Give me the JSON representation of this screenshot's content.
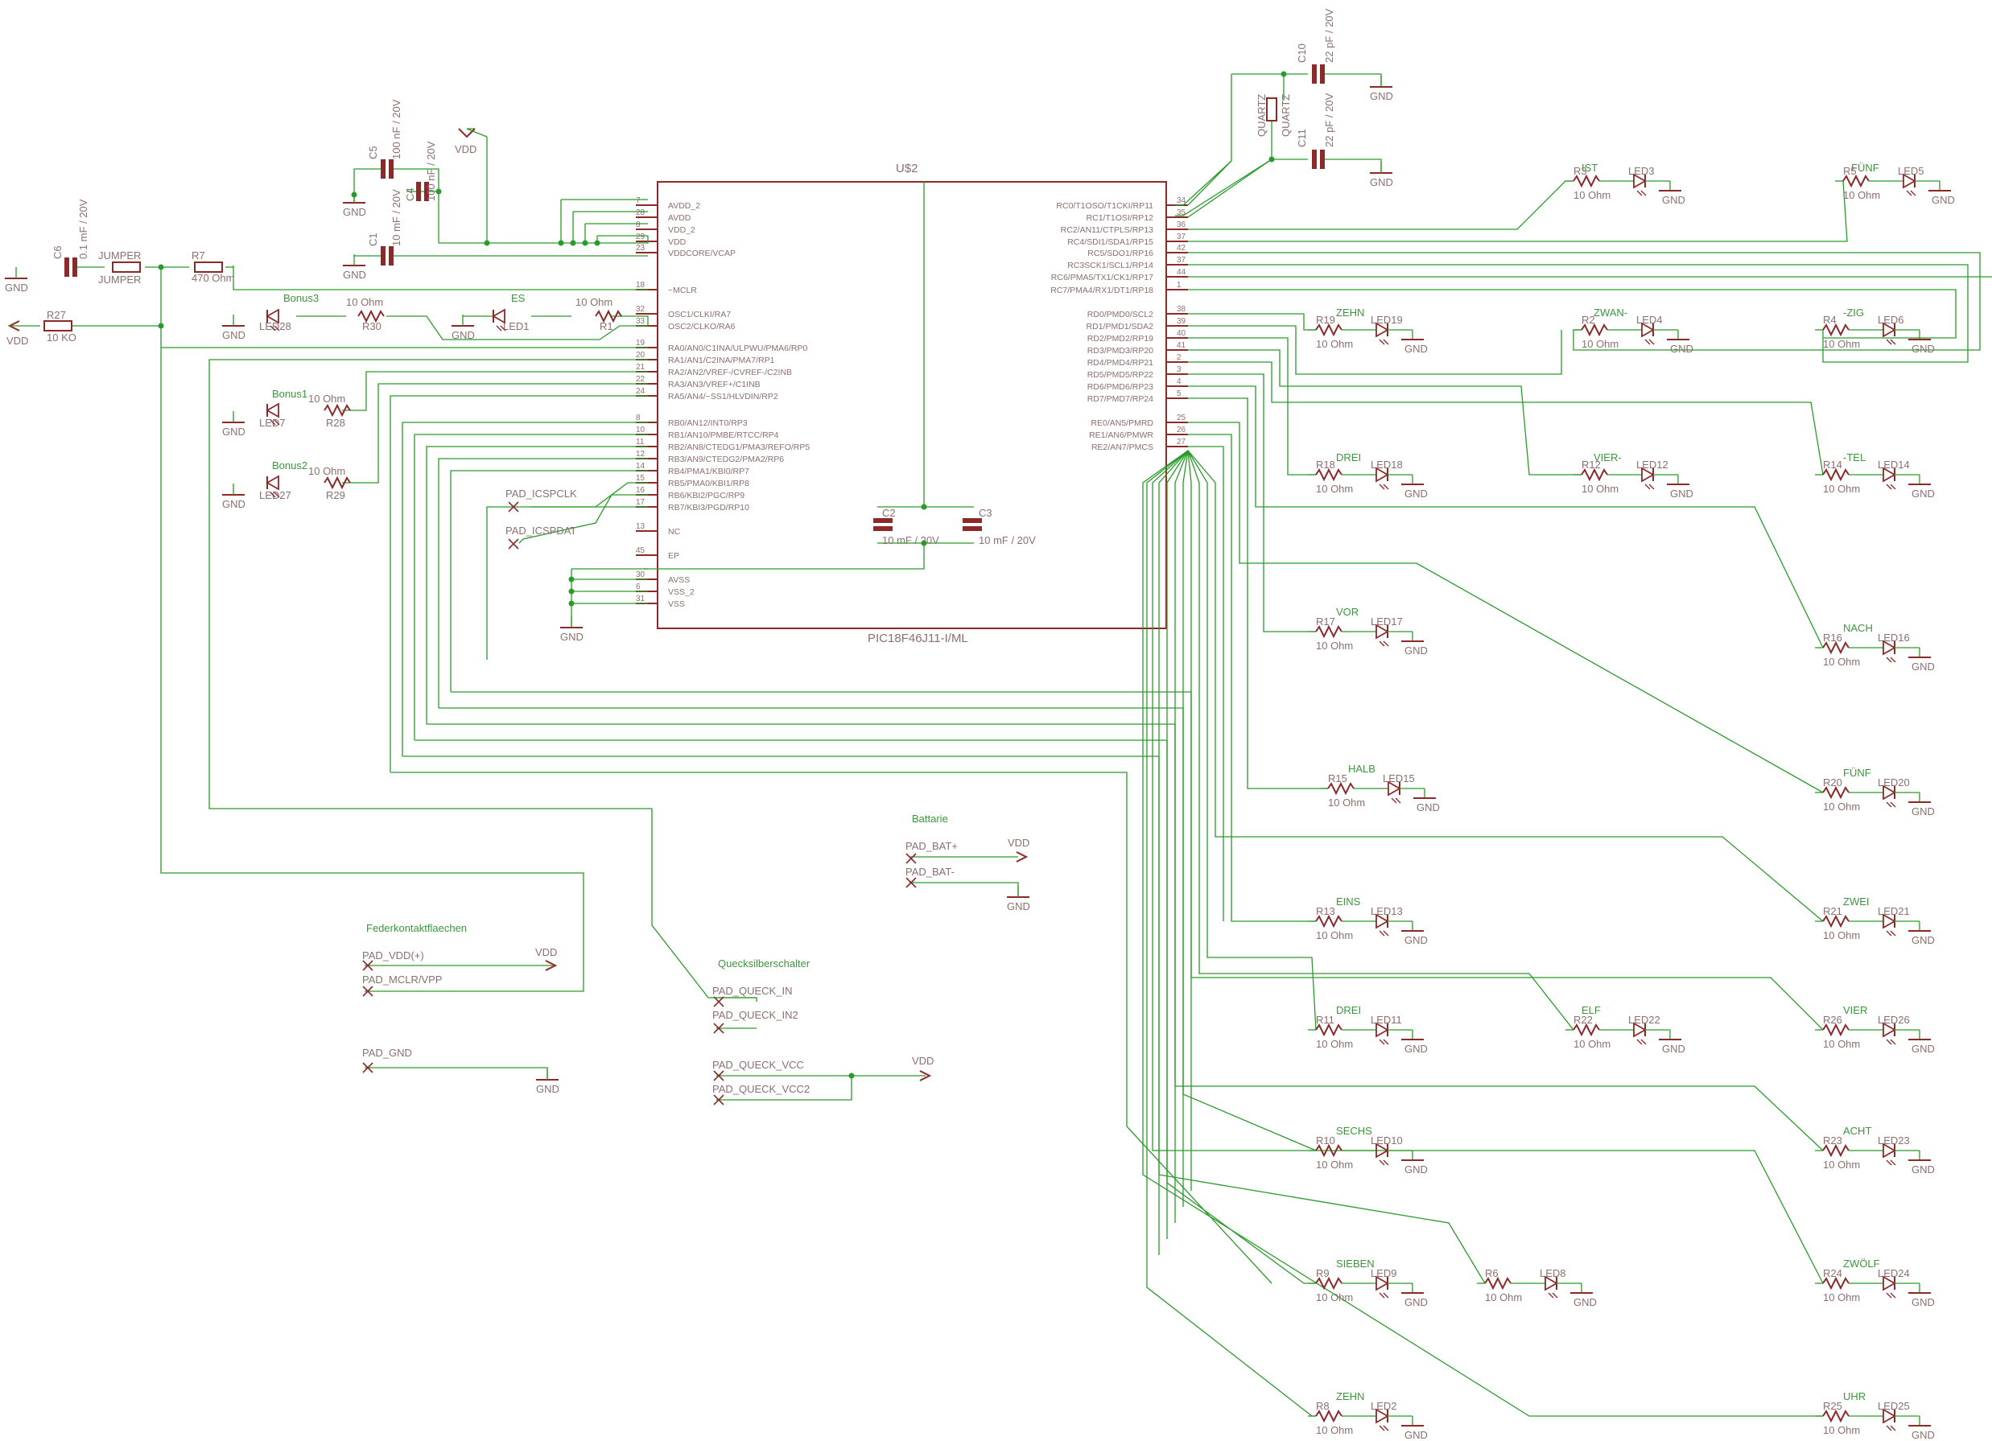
{
  "chip": {
    "ref": "U$2",
    "part": "PIC18F46J11-I/ML",
    "left_pins": [
      {
        "num": "7",
        "name": "AVDD_2"
      },
      {
        "num": "28",
        "name": "AVDD"
      },
      {
        "num": "8",
        "name": "VDD_2"
      },
      {
        "num": "29",
        "name": "VDD"
      },
      {
        "num": "23",
        "name": "VDDCORE/VCAP"
      },
      {
        "num": "18",
        "name": "~MCLR"
      },
      {
        "num": "32",
        "name": "OSC1/CLKI/RA7"
      },
      {
        "num": "33",
        "name": "OSC2/CLKO/RA6"
      },
      {
        "num": "19",
        "name": "RA0/AN0/C1INA/ULPWU/PMA6/RP0"
      },
      {
        "num": "20",
        "name": "RA1/AN1/C2INA/PMA7/RP1"
      },
      {
        "num": "21",
        "name": "RA2/AN2/VREF-/CVREF-/C2INB"
      },
      {
        "num": "22",
        "name": "RA3/AN3/VREF+/C1INB"
      },
      {
        "num": "24",
        "name": "RA5/AN4/~SS1/HLVDIN/RP2"
      },
      {
        "num": "8",
        "name": "RB0/AN12/INT0/RP3"
      },
      {
        "num": "10",
        "name": "RB1/AN10/PMBE/RTCC/RP4"
      },
      {
        "num": "11",
        "name": "RB2/AN8/CTEDG1/PMA3/REFO/RP5"
      },
      {
        "num": "12",
        "name": "RB3/AN9/CTEDG2/PMA2/RP6"
      },
      {
        "num": "14",
        "name": "RB4/PMA1/KBI0/RP7"
      },
      {
        "num": "15",
        "name": "RB5/PMA0/KBI1/RP8"
      },
      {
        "num": "16",
        "name": "RB6/KBI2/PGC/RP9"
      },
      {
        "num": "17",
        "name": "RB7/KBI3/PGD/RP10"
      },
      {
        "num": "13",
        "name": "NC"
      },
      {
        "num": "45",
        "name": "EP"
      },
      {
        "num": "30",
        "name": "AVSS"
      },
      {
        "num": "6",
        "name": "VSS_2"
      },
      {
        "num": "31",
        "name": "VSS"
      }
    ],
    "right_pins": [
      {
        "num": "34",
        "name": "RC0/T1OSO/T1CKI/RP11"
      },
      {
        "num": "35",
        "name": "RC1/T1OSI/RP12"
      },
      {
        "num": "36",
        "name": "RC2/AN11/CTPLS/RP13"
      },
      {
        "num": "37",
        "name": "RC4/SDI1/SDA1/RP15"
      },
      {
        "num": "42",
        "name": "RC5/SDO1/RP16"
      },
      {
        "num": "37",
        "name": "RC3SCK1/SCL1/RP14"
      },
      {
        "num": "44",
        "name": "RC6/PMA5/TX1/CK1/RP17"
      },
      {
        "num": "1",
        "name": "RC7/PMA4/RX1/DT1/RP18"
      },
      {
        "num": "38",
        "name": "RD0/PMD0/SCL2"
      },
      {
        "num": "39",
        "name": "RD1/PMD1/SDA2"
      },
      {
        "num": "40",
        "name": "RD2/PMD2/RP19"
      },
      {
        "num": "41",
        "name": "RD3/PMD3/RP20"
      },
      {
        "num": "2",
        "name": "RD4/PMD4/RP21"
      },
      {
        "num": "3",
        "name": "RD5/PMD5/RP22"
      },
      {
        "num": "4",
        "name": "RD6/PMD6/RP23"
      },
      {
        "num": "5",
        "name": "RD7/PMD7/RP24"
      },
      {
        "num": "25",
        "name": "RE0/AN5/PMRD"
      },
      {
        "num": "26",
        "name": "RE1/AN6/PMWR"
      },
      {
        "num": "27",
        "name": "RE2/AN7/PMCS"
      }
    ]
  },
  "labels": {
    "gnd": "GND",
    "vdd": "VDD",
    "jumper": "JUMPER",
    "quartz": "QUARTZ",
    "res10": "10 Ohm",
    "res470": "470 Ohm",
    "res10k": "10 KO",
    "cap_c10": "22 pF / 20V",
    "cap_c11": "22 pF / 20V",
    "cap_c5": "100 nF / 20V",
    "cap_c4": "100 nF / 20V",
    "cap_c1": "10 mF / 20V",
    "cap_c6": "0.1 mF / 20V",
    "cap_c2": "10 mF / 20V",
    "cap_c3": "10 mF / 20V"
  },
  "refs": {
    "c10": "C10",
    "c11": "C11",
    "c5": "C5",
    "c4": "C4",
    "c1": "C1",
    "c6": "C6",
    "c2": "C2",
    "c3": "C3",
    "r7": "R7",
    "r27": "R27",
    "r30": "R30",
    "r1": "R1",
    "r28": "R28",
    "r29": "R29",
    "led28": "LED28",
    "led1": "LED1",
    "led7": "LED7",
    "led27": "LED27"
  },
  "word_labels": {
    "bonus3": "Bonus3",
    "es": "ES",
    "bonus1": "Bonus1",
    "bonus2": "Bonus2"
  },
  "pads": {
    "icspclk": "PAD_ICSPCLK",
    "icspdat": "PAD_ICSPDAT",
    "bat_title": "Battarie",
    "bat_plus": "PAD_BAT+",
    "bat_minus": "PAD_BAT-",
    "fed_title": "Federkontaktflaechen",
    "pad_vdd": "PAD_VDD(+)",
    "pad_mclr": "PAD_MCLR/VPP",
    "pad_gnd": "PAD_GND",
    "qs_title": "Quecksilberschalter",
    "queck_in": "PAD_QUECK_IN",
    "queck_in2": "PAD_QUECK_IN2",
    "queck_vcc": "PAD_QUECK_VCC",
    "queck_vcc2": "PAD_QUECK_VCC2"
  },
  "led_groups": [
    {
      "word": "IST",
      "res": "R3",
      "led": "LED3"
    },
    {
      "word": "FÜNF",
      "res": "R5",
      "led": "LED5"
    },
    {
      "word": "ZEHN",
      "res": "R19",
      "led": "LED19"
    },
    {
      "word": "ZWAN-",
      "res": "R2",
      "led": "LED4"
    },
    {
      "word": "-ZIG",
      "res": "R4",
      "led": "LED6"
    },
    {
      "word": "DREI",
      "res": "R18",
      "led": "LED18"
    },
    {
      "word": "VIER-",
      "res": "R12",
      "led": "LED12"
    },
    {
      "word": "-TEL",
      "res": "R14",
      "led": "LED14"
    },
    {
      "word": "VOR",
      "res": "R17",
      "led": "LED17"
    },
    {
      "word": "NACH",
      "res": "R16",
      "led": "LED16"
    },
    {
      "word": "HALB",
      "res": "R15",
      "led": "LED15"
    },
    {
      "word": "FÜNF",
      "res": "R20",
      "led": "LED20"
    },
    {
      "word": "EINS",
      "res": "R13",
      "led": "LED13"
    },
    {
      "word": "ZWEI",
      "res": "R21",
      "led": "LED21"
    },
    {
      "word": "DREI",
      "res": "R11",
      "led": "LED11"
    },
    {
      "word": "ELF",
      "res": "R22",
      "led": "LED22"
    },
    {
      "word": "VIER",
      "res": "R26",
      "led": "LED26"
    },
    {
      "word": "SECHS",
      "res": "R10",
      "led": "LED10"
    },
    {
      "word": "ACHT",
      "res": "R23",
      "led": "LED23"
    },
    {
      "word": "SIEBEN",
      "res": "R9",
      "led": "LED9"
    },
    {
      "word": "",
      "res": "R6",
      "led": "LED8"
    },
    {
      "word": "ZWÖLF",
      "res": "R24",
      "led": "LED24"
    },
    {
      "word": "ZEHN",
      "res": "R8",
      "led": "LED2"
    },
    {
      "word": "UHR",
      "res": "R25",
      "led": "LED25"
    }
  ]
}
